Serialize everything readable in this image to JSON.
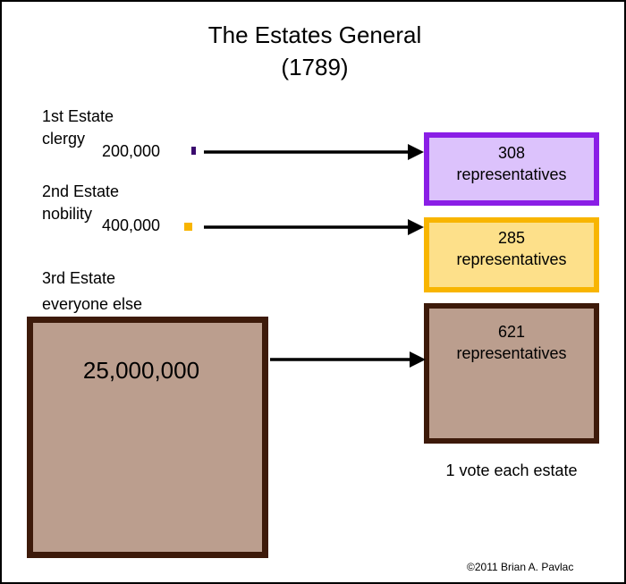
{
  "title": {
    "line1": "The Estates General",
    "line2": "(1789)"
  },
  "estates": [
    {
      "name": "1st Estate",
      "group": "clergy",
      "population": "200,000",
      "rep_count": "308",
      "rep_label": "representatives",
      "fill_color": "#dcc2fc",
      "border_color": "#8a1ee6",
      "marker_color": "#3a0a6e"
    },
    {
      "name": "2nd Estate",
      "group": "nobility",
      "population": "400,000",
      "rep_count": "285",
      "rep_label": "representatives",
      "fill_color": "#fde08a",
      "border_color": "#f8b500",
      "marker_color": "#f8b500"
    },
    {
      "name": "3rd Estate",
      "group": "everyone else",
      "population": "25,000,000",
      "rep_count": "621",
      "rep_label": "representatives",
      "fill_color": "#bb9e8e",
      "border_color": "#3d1a0a",
      "marker_color": "#3d1a0a"
    }
  ],
  "vote_note": "1 vote each estate",
  "copyright": "©2011 Brian A. Pavlac"
}
